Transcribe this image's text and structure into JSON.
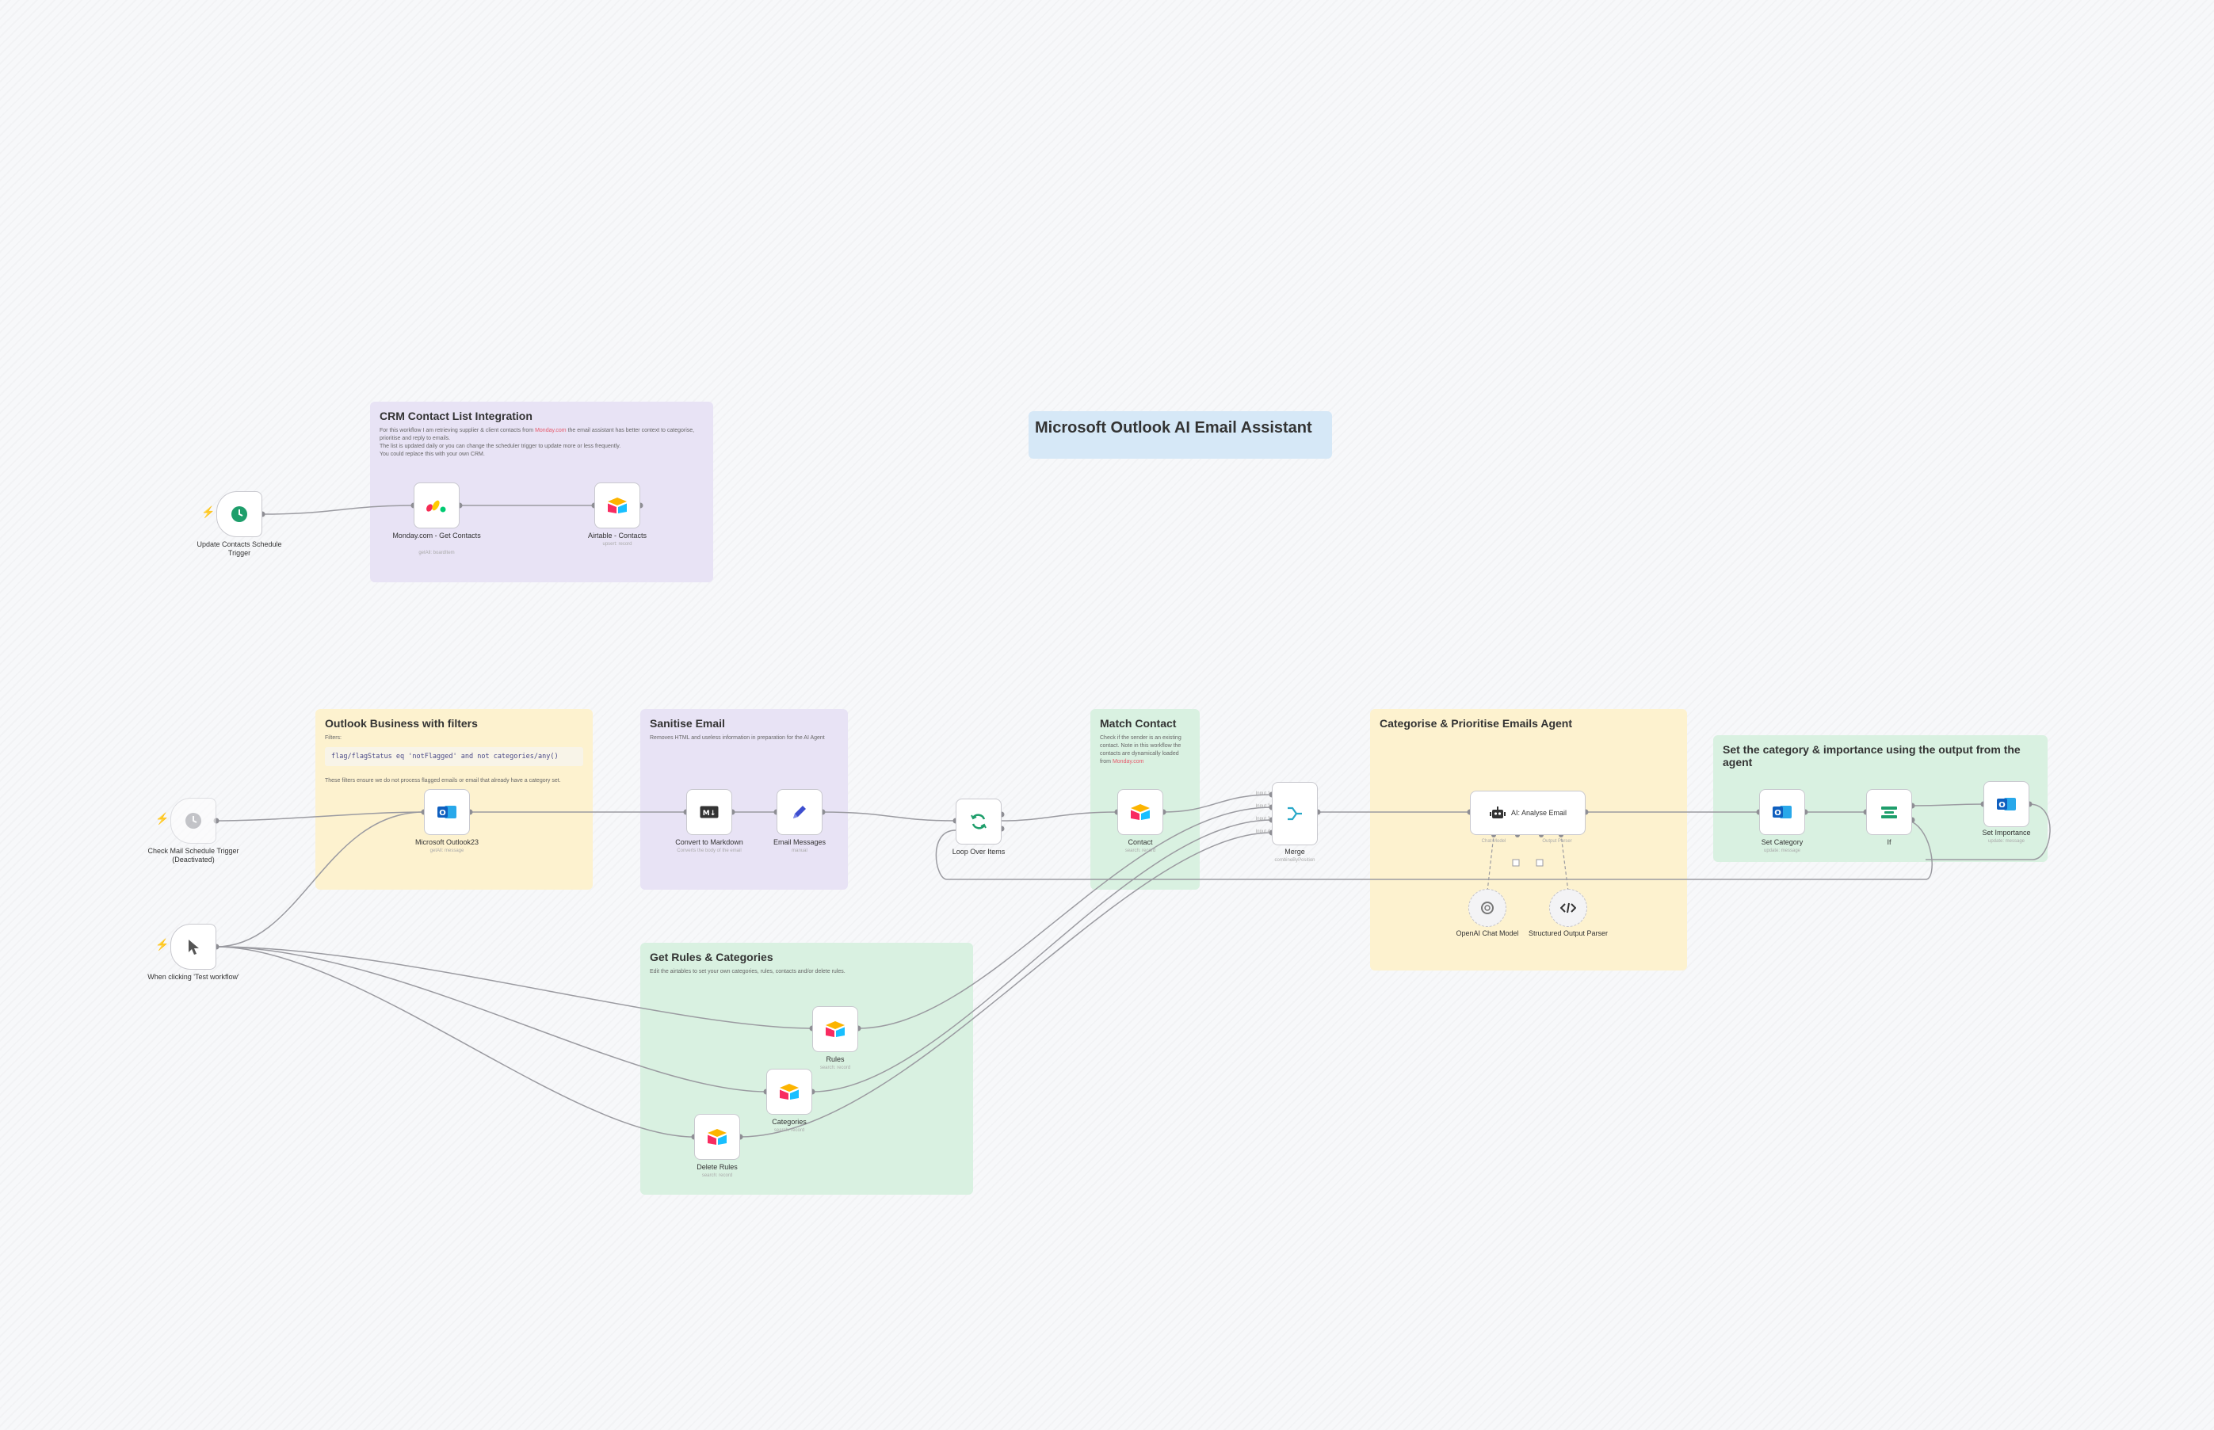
{
  "page_title": "Microsoft Outlook AI Email Assistant",
  "stickies": {
    "crm": {
      "title": "CRM Contact List Integration",
      "body_1": "For this workflow I am retrieving supplier & client contacts from ",
      "body_link": "Monday.com",
      "body_2": " the email assistant has better context to categorise, prioritise and reply to emails.",
      "body_3": "The list is updated daily or you can change the scheduler trigger to update more or less frequently.",
      "body_4": "You could replace this with your own CRM."
    },
    "outlook": {
      "title": "Outlook Business with filters",
      "filters_label": "Filters:",
      "filter_code": "flag/flagStatus eq 'notFlagged' and not categories/any()",
      "body": "These filters ensure we do not process flagged emails or email that already have a category set."
    },
    "sanitise": {
      "title": "Sanitise Email",
      "body": "Removes HTML and useless information in preparation for the AI Agent"
    },
    "match": {
      "title": "Match Contact",
      "body": "Check if the sender is an existing contact. Note in this workflow the contacts are dynamically loaded from",
      "body_link": "Monday.com"
    },
    "categorise": {
      "title": "Categorise & Prioritise Emails Agent"
    },
    "set": {
      "title": "Set the category & importance using the output from the agent"
    },
    "rules": {
      "title": "Get Rules & Categories",
      "body": "Edit the airtables to set your own categories, rules, contacts and/or delete rules."
    }
  },
  "nodes": {
    "update_trigger": {
      "label": "Update Contacts Schedule Trigger",
      "icon": "clock-icon"
    },
    "monday": {
      "label": "Monday.com - Get Contacts",
      "sub": "getAll: boardItem",
      "icon": "monday-icon"
    },
    "airtable_contacts": {
      "label": "Airtable - Contacts",
      "sub": "upsert: record",
      "icon": "airtable-icon"
    },
    "check_mail": {
      "label": "Check Mail Schedule Trigger (Deactivated)",
      "icon": "clock-icon"
    },
    "outlook23": {
      "label": "Microsoft Outlook23",
      "sub": "getAll: message",
      "icon": "outlook-icon"
    },
    "markdown": {
      "label": "Convert to Markdown",
      "sub": "Converts the body of the email",
      "icon": "markdown-icon"
    },
    "email_messages": {
      "label": "Email Messages",
      "sub": "manual",
      "icon": "pencil-icon"
    },
    "loop": {
      "label": "Loop Over Items",
      "icon": "loop-icon"
    },
    "contact": {
      "label": "Contact",
      "sub": "search: record",
      "icon": "airtable-icon"
    },
    "merge": {
      "label": "Merge",
      "sub": "combineByPosition",
      "inputs": [
        "Input 1",
        "Input 2",
        "Input 3",
        "Input 4"
      ],
      "icon": "merge-icon"
    },
    "ai_agent": {
      "label": "AI: Analyse Email",
      "ports": [
        "Chat Model",
        "Output Parser"
      ],
      "icon": "robot-icon"
    },
    "openai": {
      "label": "OpenAI Chat Model",
      "icon": "openai-icon"
    },
    "parser": {
      "label": "Structured Output Parser",
      "icon": "code-icon"
    },
    "set_category": {
      "label": "Set Category",
      "sub": "update: message",
      "icon": "outlook-icon"
    },
    "if": {
      "label": "If",
      "icon": "if-icon"
    },
    "set_importance": {
      "label": "Set Importance",
      "sub": "update: message",
      "icon": "outlook-icon"
    },
    "manual_trigger": {
      "label": "When clicking 'Test workflow'",
      "icon": "cursor-icon"
    },
    "rules": {
      "label": "Rules",
      "sub": "search: record",
      "icon": "airtable-icon"
    },
    "categories": {
      "label": "Categories",
      "sub": "search: record",
      "icon": "airtable-icon"
    },
    "delete_rules": {
      "label": "Delete Rules",
      "sub": "search: record",
      "icon": "airtable-icon"
    }
  },
  "colors": {
    "sticky_yellow": "#fdf2cf",
    "sticky_purple": "#e8e3f5",
    "sticky_green": "#d9f1e1",
    "sticky_blue": "#d6e8f7",
    "edge": "#9b9ba1",
    "trigger_bolt": "#ef4b4b",
    "link_red": "#e6596b"
  }
}
